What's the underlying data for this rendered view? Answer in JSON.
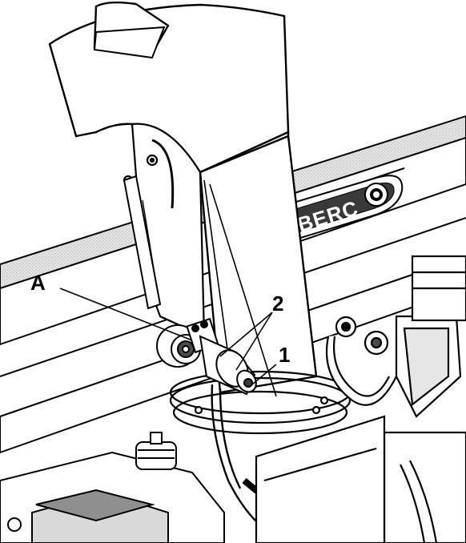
{
  "figure": {
    "callouts": {
      "a": "A",
      "one": "1",
      "two": "2"
    },
    "brand_text": "BERC"
  },
  "colors": {
    "ink": "#000000",
    "paper": "#ffffff",
    "shade_light": "#d9d9d9",
    "shade_mid": "#9a9a9a",
    "shade_dark": "#4a4a4a"
  }
}
